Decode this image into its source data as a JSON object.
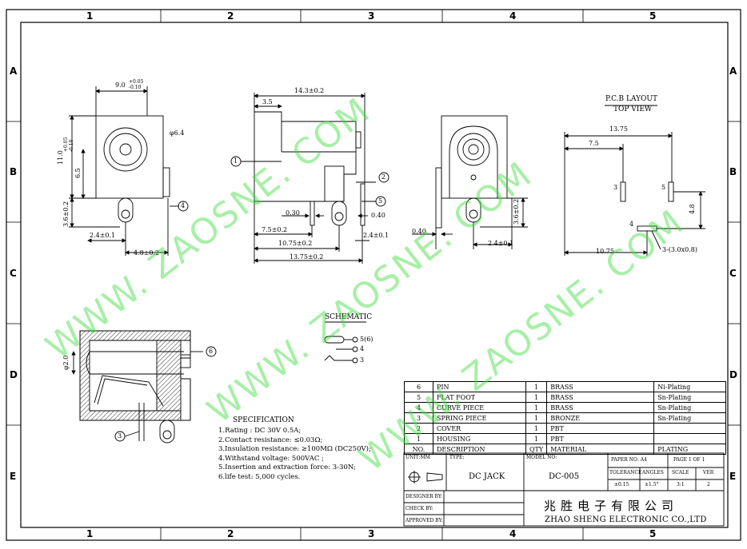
{
  "frame": {
    "columns": [
      "1",
      "2",
      "3",
      "4",
      "5"
    ],
    "rows": [
      "A",
      "B",
      "C",
      "D",
      "E"
    ]
  },
  "views": {
    "front": {
      "dim_width": "9.0",
      "dim_width_tol_upper": "+0.05",
      "dim_width_tol_lower": "-0.10",
      "dim_height": "11.0",
      "dim_height_tol_upper": "+0.05",
      "dim_height_tol_lower": "-0.10",
      "dim_center": "6.5",
      "dim_hole": "φ6.4",
      "dim_pin_drop": "3.6±0.2",
      "dim_pin_offset": "2.4±0.1",
      "dim_pin_pitch": "4.8±0.2",
      "balloon": "4"
    },
    "side": {
      "dim_length": "14.3±0.2",
      "dim_step": "3.5",
      "dim_pin_thick_1": "0.30",
      "dim_pin_thick_2": "0.40",
      "dim_pin_pos_1": "7.5±0.2",
      "dim_pin_pos_2": "10.75±0.2",
      "dim_pin_pos_3": "13.75±0.2",
      "dim_pin_width": "2.4±0.1",
      "balloons": [
        "1",
        "2",
        "5"
      ]
    },
    "rear": {
      "dim_pin_thick": "0.40",
      "dim_pin_drop": "3.6±0.2",
      "dim_pin_offset": "2.4±0.1"
    },
    "pcb": {
      "title": "P.C.B LAYOUT",
      "subtitle": "TOP VIEW",
      "dim_overall": "13.75",
      "dim_first": "7.5",
      "dim_height": "4.8",
      "dim_bottom": "10.75",
      "pad_labels": [
        "3",
        "5",
        "4"
      ],
      "slot_note": "3-(3.0x0.8)"
    },
    "section": {
      "dim_bore": "φ2.0",
      "balloons": [
        "6",
        "3"
      ]
    },
    "schematic": {
      "title": "SCHEMATIC",
      "labels": [
        "5(6)",
        "4",
        "3"
      ]
    }
  },
  "specification": {
    "title": "SPECIFICATION",
    "lines": [
      "1.Rating : DC 30V 0.5A;",
      "2.Contact resistance: ≤0.03Ω;",
      "3.Insulation resistance: ≥100MΩ (DC250V);",
      "4.Withstand voltage: 500VAC ;",
      "5.Insertion and extraction force: 3-30N;",
      "6.life test: 5,000 cycles."
    ]
  },
  "bom": {
    "rows": [
      {
        "no": "6",
        "desc": "PIN",
        "qty": "1",
        "material": "BRASS",
        "plating": "Ni-Plating"
      },
      {
        "no": "5",
        "desc": "FLAT FOOT",
        "qty": "1",
        "material": "BRASS",
        "plating": "Sn-Plating"
      },
      {
        "no": "4",
        "desc": "CURVE PIECE",
        "qty": "1",
        "material": "BRASS",
        "plating": "Sn-Plating"
      },
      {
        "no": "3",
        "desc": "SPRING PIECE",
        "qty": "1",
        "material": "BRONZE",
        "plating": "Sn-Plating"
      },
      {
        "no": "2",
        "desc": "COVER",
        "qty": "1",
        "material": "PBT",
        "plating": ""
      },
      {
        "no": "1",
        "desc": "HOUSING",
        "qty": "1",
        "material": "PBT",
        "plating": ""
      }
    ],
    "header": {
      "no": "NO.",
      "desc": "DESCRIPTION",
      "qty": "QTY",
      "material": "MATERIAL",
      "plating": "PLATING"
    }
  },
  "title_block": {
    "unit": "UNIT:MM",
    "type_label": "TYPE:",
    "type_value": "DC  JACK",
    "model_label": "MODEL NO:",
    "model_value": "DC-005",
    "paper": "PAPER NO: A4",
    "page": "PAGE 1 OF 1",
    "tolerance_label": "TOLERANCE",
    "angles_label": "ANGLES",
    "scale_label": "SCALE",
    "ver_label": "VER",
    "tolerance_value": "±0.15",
    "angles_value": "±1.5°",
    "scale_value": "3:1",
    "ver_value": "2",
    "designer": "DESIGNER BY:",
    "check": "CHECK  BY:",
    "approved": "APPROVED BY:",
    "company_cn": "兆胜电子有限公司",
    "company_en": "ZHAO SHENG ELECTRONIC CO.,LTD"
  },
  "watermark": [
    "WWW. ZAOSNE. COM",
    "WWW. ZAOSNE. COM",
    "WWW. ZAOSNE. COM"
  ],
  "colors": {
    "line": "#000000",
    "watermark": "#3cdc3c",
    "hatch": "#000000"
  }
}
